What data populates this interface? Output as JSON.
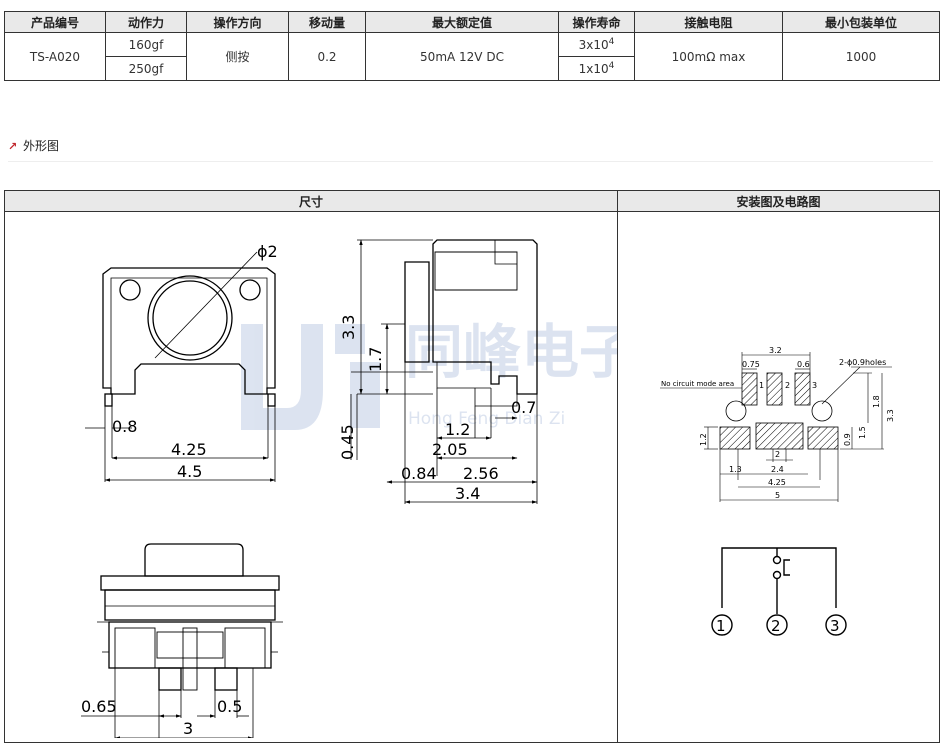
{
  "spec": {
    "headers": [
      "产品编号",
      "动作力",
      "操作方向",
      "移动量",
      "最大额定值",
      "操作寿命",
      "接触电阻",
      "最小包装单位"
    ],
    "model": "TS-A020",
    "force": [
      "160gf",
      "250gf"
    ],
    "direction": "侧按",
    "travel": "0.2",
    "rating": "50mA 12V DC",
    "life_base": [
      "3x10",
      "1x10"
    ],
    "life_exp": [
      "4",
      "4"
    ],
    "resistance": "100mΩ max",
    "pack": "1000"
  },
  "section_title": "外形图",
  "drawing": {
    "left_header": "尺寸",
    "right_header": "安装图及电路图",
    "watermark": "同峰电子",
    "watermark_sub": "Hong Feng Dian Zi",
    "top_view": {
      "phi": "ϕ2",
      "d1": "0.8",
      "d2": "4.25",
      "d3": "4.5"
    },
    "side_view": {
      "d1": "3.3",
      "d2": "1.7",
      "d3": "0.7",
      "d4": "0.45",
      "d5": "1.2",
      "d6": "2.05",
      "d7": "0.84",
      "d8": "2.56",
      "d9": "3.4"
    },
    "front_view": {
      "d1": "0.65",
      "d2": "0.5",
      "d3": "3"
    },
    "footprint": {
      "d_3_2": "3.2",
      "d_0_75": "0.75",
      "d_0_6": "0.6",
      "holes": "2-ϕ0.9holes",
      "no_circuit": "No circuit mode area",
      "p1": "1",
      "p2": "2",
      "p3": "3",
      "d_1_8": "1.8",
      "d_3_3": "3.3",
      "d_1_5": "1.5",
      "d_0_9": "0.9",
      "d_1_2": "1.2",
      "d_2": "2",
      "d_1_3": "1.3",
      "d_2_4": "2.4",
      "d_4_25": "4.25",
      "d_5": "5"
    },
    "circuit": {
      "pin1": "1",
      "pin2": "2",
      "pin3": "3"
    }
  }
}
